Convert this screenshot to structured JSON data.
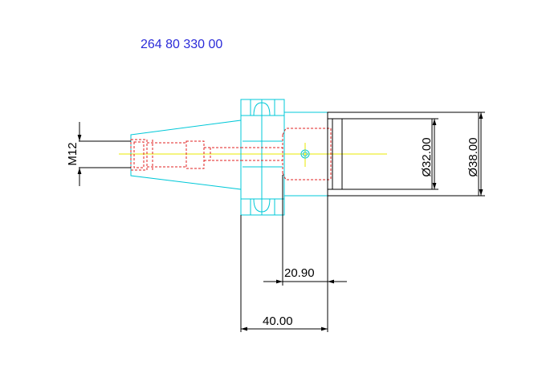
{
  "part_number": "264 80 330 00",
  "dimensions": {
    "thread": "M12",
    "inner_diameter": "Ø32.00",
    "outer_diameter": "Ø38.00",
    "offset_length": "20.90",
    "total_length": "40.00"
  },
  "colors": {
    "part_number_text": "#2b2bd9",
    "outline": "#00c8d8",
    "hidden_lines": "#e02020",
    "centerline": "#e8e800",
    "dimension_lines": "#000000",
    "background": "#ffffff"
  }
}
